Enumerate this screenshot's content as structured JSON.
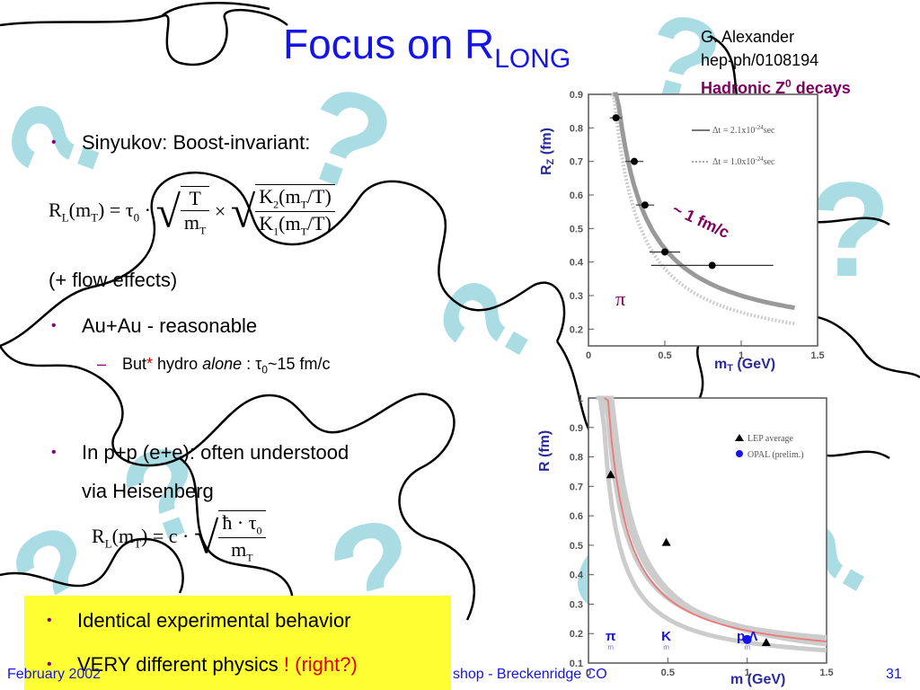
{
  "title": {
    "main": "Focus on R",
    "sub": "LONG"
  },
  "reference": {
    "author": "G. Alexander",
    "paper": "hep-ph/0108194",
    "topic": "Hadronic Z",
    "topic_sup": "0",
    "topic_rest": " decays"
  },
  "bullets": {
    "b1": "Sinyukov: Boost-invariant:",
    "flow": "(+ flow effects)",
    "b2": "Au+Au - reasonable",
    "sub_but": "But",
    "sub_star": "*",
    "sub_hydro": " hydro ",
    "sub_alone": "alone",
    "sub_rest": " : τ",
    "sub_zero": "0",
    "sub_end": "~15 fm/c",
    "b3_line1": "In p+p (e+e): often understood",
    "b3_line2": "via Heisenberg"
  },
  "formula1": {
    "lhs": "R",
    "lhs_sub": "L",
    "lhs_arg": "(m",
    "lhs_arg_sub": "T",
    "lhs_close": ")",
    "eq": "= τ",
    "tau_sub": "0",
    "dot": "·",
    "f1_num": "T",
    "f1_den": "m",
    "f1_den_sub": "T",
    "times": "×",
    "f2_num": "K",
    "f2_num_sub": "2",
    "f2_num_arg": "(m",
    "f2_num_arg_sub": "T",
    "f2_num_end": "/T)",
    "f2_den": "K",
    "f2_den_sub": "1",
    "f2_den_arg": "(m",
    "f2_den_arg_sub": "T",
    "f2_den_end": "/T)"
  },
  "formula2": {
    "lhs": "R",
    "lhs_sub": "L",
    "lhs_arg": "(m",
    "lhs_arg_sub": "T",
    "lhs_close": ")",
    "eq": "= c ·",
    "num": "ħ · τ",
    "num_sub": "0",
    "den": "m",
    "den_sub": "T"
  },
  "highlight": {
    "line1": "Identical experimental behavior",
    "line2": "VERY different physics",
    "line2_red": " ! (right?)"
  },
  "footer": {
    "left": "February 2002",
    "right": "shop - Breckenridge CO",
    "page": "31"
  },
  "chart_data": [
    {
      "type": "scatter",
      "title": "",
      "ylabel": "R",
      "ylabel_sub": "Z",
      "ylabel_unit": " (fm)",
      "xlabel": "m",
      "xlabel_sub": "T",
      "xlabel_unit": " (GeV)",
      "xlim": [
        0,
        1.5
      ],
      "ylim": [
        0.15,
        0.9
      ],
      "xticks": [
        "0",
        "0.5",
        "1",
        "1.5"
      ],
      "yticks": [
        "0.9",
        "0.8",
        "0.7",
        "0.6",
        "0.5",
        "0.4",
        "0.3",
        "0.2"
      ],
      "points": [
        {
          "x": 0.18,
          "y": 0.83,
          "xerr": 0.04
        },
        {
          "x": 0.3,
          "y": 0.7,
          "xerr": 0.06
        },
        {
          "x": 0.37,
          "y": 0.57,
          "xerr": 0.06
        },
        {
          "x": 0.5,
          "y": 0.43,
          "xerr": 0.1
        },
        {
          "x": 0.81,
          "y": 0.39,
          "xerr": 0.4
        }
      ],
      "legend": [
        {
          "label": "Δt = 2.1x10",
          "sup": "-24",
          "unit": "sec"
        },
        {
          "label": "Δt = 1.0x10",
          "sup": "-24",
          "unit": "sec"
        }
      ],
      "annotation": "~ 1 fm/c",
      "particle": "π"
    },
    {
      "type": "scatter",
      "ylabel": "R (fm)",
      "xlabel": "m (GeV)",
      "xlim": [
        0,
        1.5
      ],
      "ylim": [
        0.1,
        1.0
      ],
      "xticks": [
        "0",
        "0.5",
        "1",
        "1.5"
      ],
      "yticks": [
        "1",
        "0.9",
        "0.8",
        "0.7",
        "0.6",
        "0.5",
        "0.4",
        "0.3",
        "0.2",
        "0.1"
      ],
      "series": [
        {
          "name": "LEP average",
          "points": [
            {
              "x": 0.14,
              "y": 0.74
            },
            {
              "x": 0.49,
              "y": 0.51
            },
            {
              "x": 1.12,
              "y": 0.17
            }
          ]
        },
        {
          "name": "OPAL (prelim.)",
          "points": [
            {
              "x": 1.0,
              "y": 0.18
            }
          ]
        }
      ],
      "particles": [
        {
          "label": "π",
          "sub": "m",
          "x": 0.14
        },
        {
          "label": "K",
          "sub": "m",
          "x": 0.49
        },
        {
          "label": "p,Λ",
          "sub": "m",
          "x": 1.0
        }
      ]
    }
  ],
  "colors": {
    "title": "#1414e6",
    "accent": "#800080",
    "highlight_bg": "#ffff33",
    "question_marks": "#a9dde3",
    "chart_label": "#2a2a9a",
    "curve_red": "#ee7777"
  }
}
